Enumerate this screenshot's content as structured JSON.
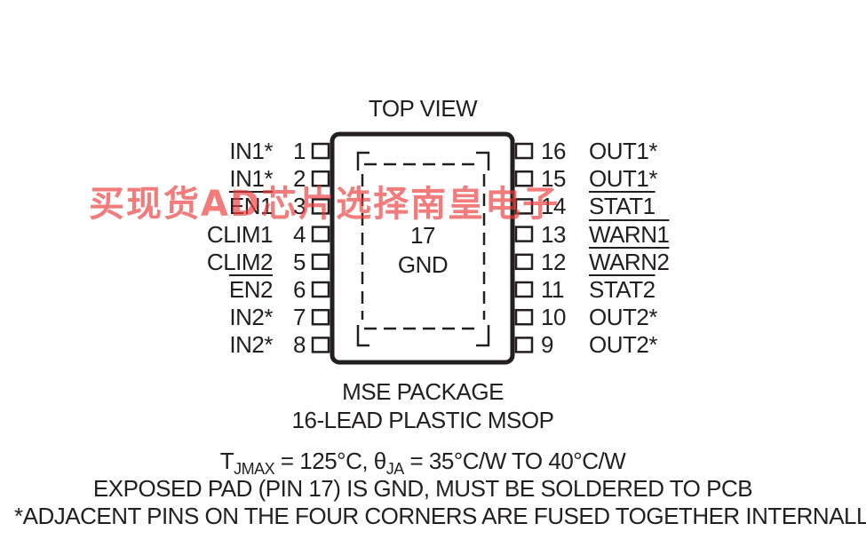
{
  "view_title": "TOP VIEW",
  "body_labels": {
    "pad_number": "17",
    "pad_name": "GND"
  },
  "pins_left": [
    {
      "label": "IN1*",
      "number": "1",
      "overline": false
    },
    {
      "label": "IN1*",
      "number": "2",
      "overline": false
    },
    {
      "label": "EN1",
      "number": "3",
      "overline": true
    },
    {
      "label": "CLIM1",
      "number": "4",
      "overline": false
    },
    {
      "label": "CLIM2",
      "number": "5",
      "overline": false
    },
    {
      "label": "EN2",
      "number": "6",
      "overline": true
    },
    {
      "label": "IN2*",
      "number": "7",
      "overline": false
    },
    {
      "label": "IN2*",
      "number": "8",
      "overline": false
    }
  ],
  "pins_right": [
    {
      "label": "OUT1*",
      "number": "16",
      "overline": false
    },
    {
      "label": "OUT1*",
      "number": "15",
      "overline": false
    },
    {
      "label": "STAT1",
      "number": "14",
      "overline": true
    },
    {
      "label": "WARN1",
      "number": "13",
      "overline": true
    },
    {
      "label": "WARN2",
      "number": "12",
      "overline": true
    },
    {
      "label": "STAT2",
      "number": "11",
      "overline": true
    },
    {
      "label": "OUT2*",
      "number": "10",
      "overline": false
    },
    {
      "label": "OUT2*",
      "number": "9",
      "overline": false
    }
  ],
  "package": {
    "name": "MSE PACKAGE",
    "description": "16-LEAD PLASTIC MSOP"
  },
  "notes": {
    "thermal": {
      "t_symbol": "T",
      "t_sub": "JMAX",
      "t_value": " = 125°C, ",
      "theta_symbol": "θ",
      "theta_sub": "JA",
      "theta_value": " = 35°C/W TO 40°C/W"
    },
    "exposed_pad": "EXPOSED PAD (PIN 17) IS GND, MUST BE SOLDERED TO PCB",
    "adjacent": "*ADJACENT PINS ON THE FOUR CORNERS ARE FUSED TOGETHER INTERNALLY."
  },
  "watermark": "买现货AD芯片选择南皇电子"
}
